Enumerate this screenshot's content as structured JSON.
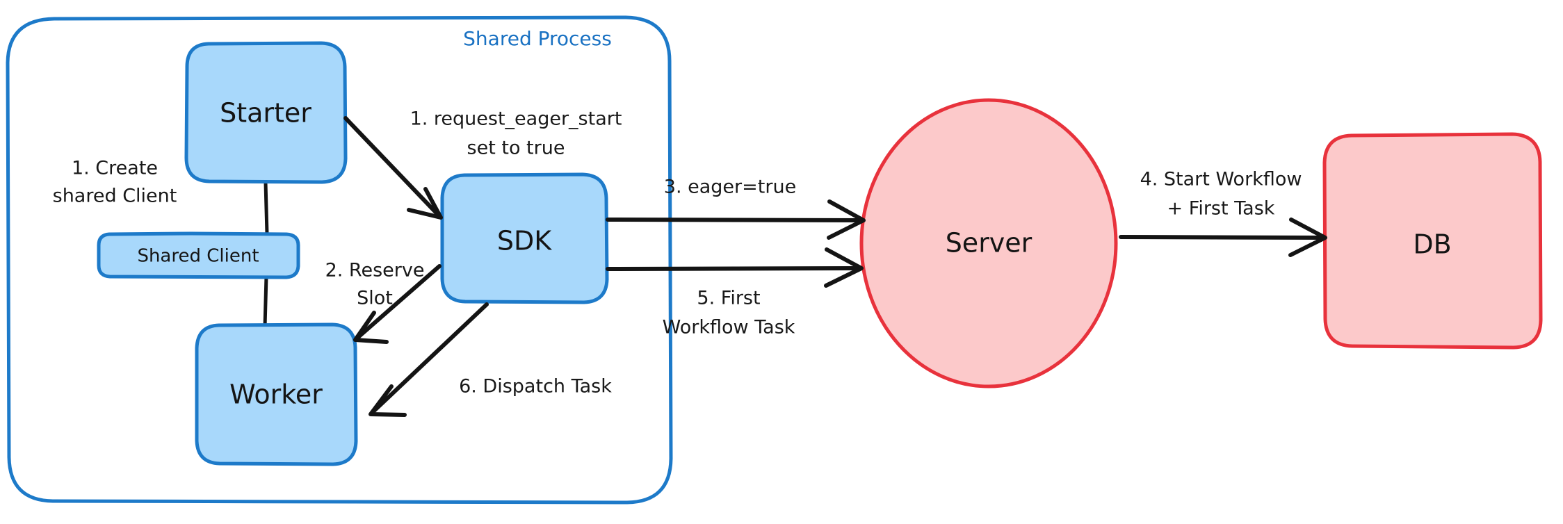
{
  "diagram": {
    "title": "Eager Workflow Start sequence",
    "colors": {
      "blue_stroke": "#1d7ac9",
      "blue_fill": "#a8d8fb",
      "red_stroke": "#e8323c",
      "red_fill": "#fcc9ca",
      "text": "#141414",
      "group_title": "#1971c2",
      "background": "#ffffff"
    },
    "group": {
      "label": "Shared Process"
    },
    "nodes": [
      {
        "id": "starter",
        "label": "Starter",
        "shape": "rounded-rect",
        "color": "blue"
      },
      {
        "id": "shared-client",
        "label": "Shared Client",
        "shape": "rounded-rect",
        "color": "blue"
      },
      {
        "id": "worker",
        "label": "Worker",
        "shape": "rounded-rect",
        "color": "blue"
      },
      {
        "id": "sdk",
        "label": "SDK",
        "shape": "rounded-rect",
        "color": "blue"
      },
      {
        "id": "server",
        "label": "Server",
        "shape": "ellipse",
        "color": "red"
      },
      {
        "id": "db",
        "label": "DB",
        "shape": "rounded-rect",
        "color": "red"
      }
    ],
    "edges": [
      {
        "id": "create-shared-client",
        "from": "starter",
        "to": "shared-client",
        "label_lines": [
          "1. Create",
          "shared Client"
        ],
        "arrow": false
      },
      {
        "id": "request-eager-start",
        "from": "starter",
        "to": "sdk",
        "label_lines": [
          "1. request_eager_start",
          "set to true"
        ],
        "arrow": true
      },
      {
        "id": "reserve-slot",
        "from": "sdk",
        "to": "worker",
        "label_lines": [
          "2. Reserve",
          "Slot"
        ],
        "arrow": true
      },
      {
        "id": "eager-true",
        "from": "sdk",
        "to": "server",
        "label_lines": [
          "3. eager=true"
        ],
        "arrow": true
      },
      {
        "id": "start-workflow-first-task",
        "from": "server",
        "to": "db",
        "label_lines": [
          "4. Start Workflow",
          "+ First Task"
        ],
        "arrow": true
      },
      {
        "id": "first-workflow-task",
        "from": "server",
        "to": "sdk",
        "label_lines": [
          "5. First",
          "Workflow Task"
        ],
        "arrow": true
      },
      {
        "id": "dispatch-task",
        "from": "sdk",
        "to": "worker",
        "label_lines": [
          "6. Dispatch Task"
        ],
        "arrow": true
      }
    ],
    "labels": {
      "group_title": "Shared Process",
      "starter": "Starter",
      "shared_client": "Shared Client",
      "worker": "Worker",
      "sdk": "SDK",
      "server": "Server",
      "db": "DB",
      "edge1_line1": "1. Create",
      "edge1_line2": "shared Client",
      "edge2_line1": "1. request_eager_start",
      "edge2_line2": "set to true",
      "edge3_line1": "2. Reserve",
      "edge3_line2": "Slot",
      "edge4_line1": "3. eager=true",
      "edge5_line1": "4. Start Workflow",
      "edge5_line2": "+ First Task",
      "edge6_line1": "5. First",
      "edge6_line2": "Workflow Task",
      "edge7_line1": "6. Dispatch Task"
    }
  }
}
